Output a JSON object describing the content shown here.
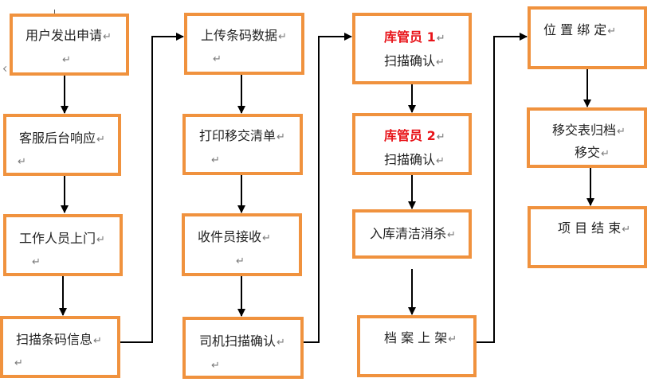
{
  "diagram": {
    "nodes": [
      {
        "id": "user-apply",
        "line1": "用户发出申请",
        "line2": ""
      },
      {
        "id": "service-respond",
        "line1": "客服后台响应",
        "line2": ""
      },
      {
        "id": "staff-visit",
        "line1": "工作人员上门",
        "line2": ""
      },
      {
        "id": "scan-barcode",
        "line1": "扫描条码信息",
        "line2": ""
      },
      {
        "id": "upload-barcode",
        "line1": "上传条码数据",
        "line2": ""
      },
      {
        "id": "print-list",
        "line1": "打印移交清单",
        "line2": ""
      },
      {
        "id": "courier-receive",
        "line1": "收件员接收",
        "line2": ""
      },
      {
        "id": "driver-confirm",
        "line1": "司机扫描确认",
        "line2": ""
      },
      {
        "id": "keeper1",
        "line1": "库管员 1",
        "line2": "扫描确认"
      },
      {
        "id": "keeper2",
        "line1": "库管员 2",
        "line2": "扫描确认"
      },
      {
        "id": "clean",
        "line1": "入库清洁消杀",
        "line2": ""
      },
      {
        "id": "shelve",
        "line1": "档 案 上 架",
        "line2": ""
      },
      {
        "id": "bind-location",
        "line1": "位 置 绑 定",
        "line2": ""
      },
      {
        "id": "archive-list",
        "line1": "移交表归档",
        "line2": "移交"
      },
      {
        "id": "project-end",
        "line1": "项 目 结 束",
        "line2": ""
      }
    ],
    "paragraph_mark": "↵",
    "colors": {
      "box_border": "#f0923e",
      "highlight_text": "#e8141a",
      "arrow": "#000000"
    }
  }
}
